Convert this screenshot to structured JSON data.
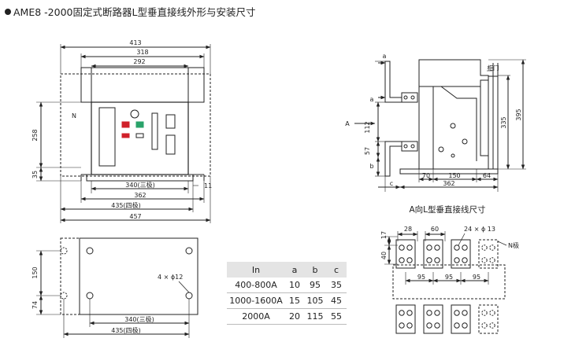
{
  "title": "AME8 -2000固定式断路器L型垂直接线外形与安装尺寸",
  "front_view": {
    "dims_top": [
      "413",
      "318",
      "292"
    ],
    "label_n": "N",
    "dims_left": [
      "258",
      "35"
    ],
    "dims_bottom": [
      "340(三极)",
      "362",
      "435(四极)",
      "457"
    ],
    "dim_right": "11"
  },
  "side_view": {
    "dims_left": [
      "a",
      "a",
      "112",
      "57",
      "b"
    ],
    "arrow_label": "A",
    "label_door": "柜门",
    "dims_right": [
      "335",
      "395"
    ],
    "dims_bottom": [
      "70",
      "150",
      "64"
    ],
    "dim_c": "c",
    "dim_362": "362"
  },
  "mounting_view": {
    "dims_left": [
      "150",
      "74"
    ],
    "hole_label": "4 × ϕ12",
    "dims_bottom": [
      "340(三极)",
      "435(四极)"
    ]
  },
  "a_view": {
    "title": "A向L型垂直接线尺寸",
    "dims_top": [
      "28",
      "60",
      "24 × ϕ 13"
    ],
    "dims_left": [
      "17",
      "40"
    ],
    "label_n_pole": "N极",
    "dims_middle": [
      "95",
      "95",
      "95"
    ]
  },
  "spec_table": {
    "headers": [
      "In",
      "a",
      "b",
      "c"
    ],
    "rows": [
      [
        "400-800A",
        "10",
        "95",
        "35"
      ],
      [
        "1000-1600A",
        "15",
        "105",
        "45"
      ],
      [
        "2000A",
        "20",
        "115",
        "55"
      ]
    ]
  },
  "colors": {
    "line": "#222222",
    "red": "#d0202a",
    "green": "#2aa36a",
    "table_header": "#e4e4e4"
  }
}
